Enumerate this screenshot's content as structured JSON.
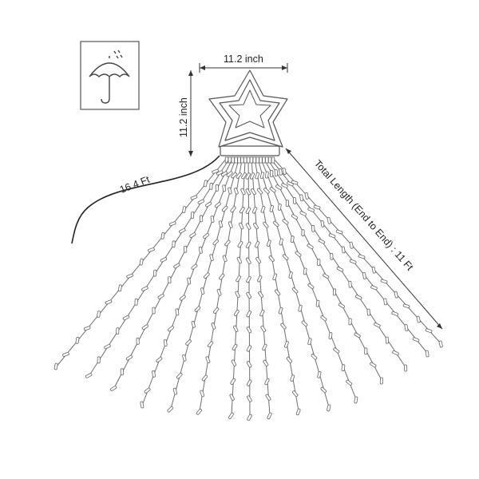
{
  "dimensions": {
    "star_width": "11.2 inch",
    "star_height": "11.2 inch",
    "lead_length": "16.4 Ft",
    "total_length": "Total Length (End to End) : 11 Ft"
  },
  "icons": {
    "weather": "umbrella-rain-icon"
  },
  "colors": {
    "line": "#333333",
    "wire": "#6f6f6f",
    "background": "#ffffff"
  },
  "strands": {
    "count": 16
  }
}
